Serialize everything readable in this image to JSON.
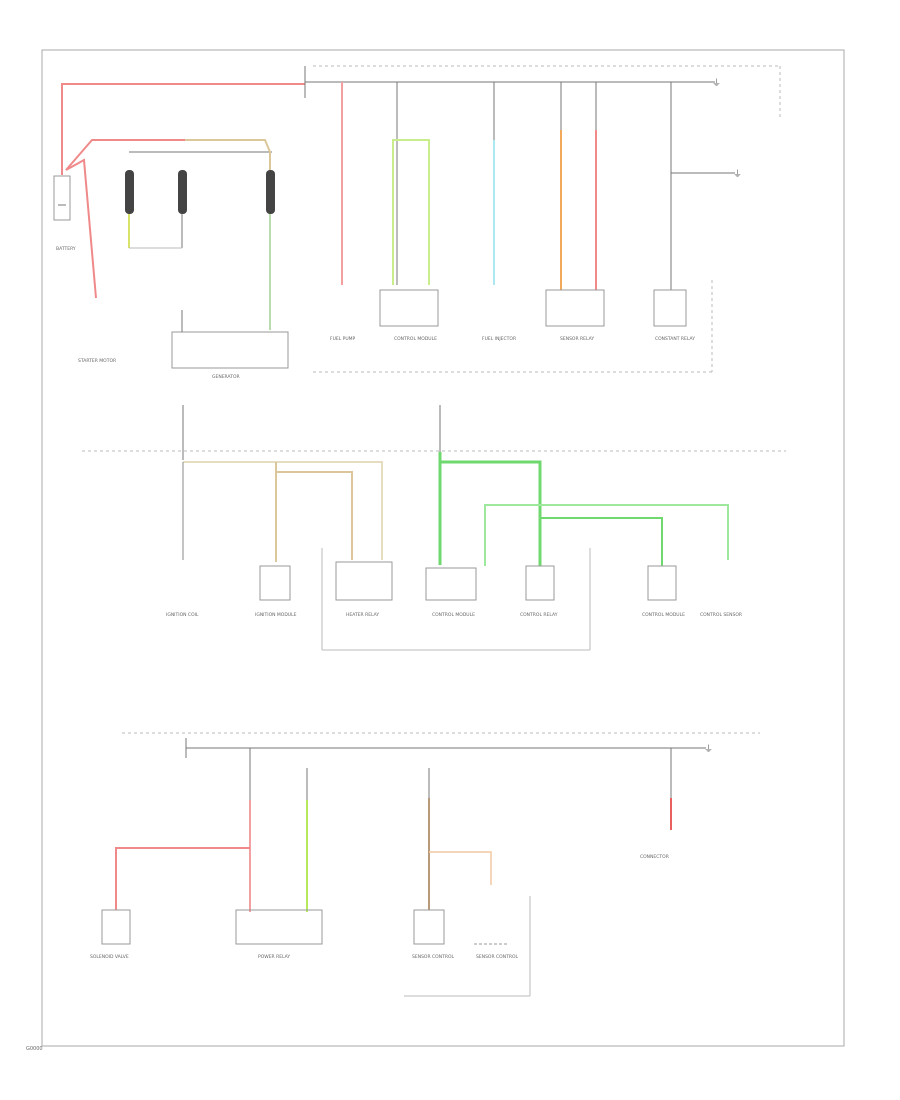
{
  "footer": {
    "code": "G0000"
  },
  "components": {
    "battery": "BATTERY",
    "starter": "STARTER MOTOR",
    "generator": "GENERATOR",
    "top_loads": [
      "FUEL PUMP",
      "CONTROL MODULE",
      "FUEL INJECTOR",
      "SENSOR RELAY",
      "CONSTANT RELAY"
    ],
    "mid_loads": [
      "IGNITION COIL",
      "IGNITION MODULE",
      "HEATER RELAY",
      "CONTROL MODULE",
      "CONTROL RELAY",
      "CONTROL MODULE",
      "CONTROL SENSOR"
    ],
    "bot_loads": [
      "SOLENOID VALVE",
      "POWER RELAY",
      "SENSOR CONTROL",
      "SENSOR CONTROL",
      "CONNECTOR"
    ]
  },
  "colors": {
    "red": "#f08a8a",
    "yellow_green": "#c9ec8c",
    "green": "#8fe08f",
    "light_green": "#9de89d",
    "cyan": "#aee8f0",
    "orange": "#f2a95a",
    "tan": "#dcc79a",
    "brown": "#b89a7a",
    "peach": "#f3c9a0",
    "wire": "#777777",
    "box": "#999999"
  }
}
